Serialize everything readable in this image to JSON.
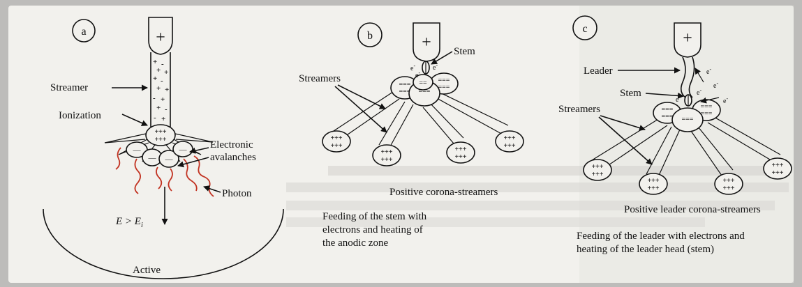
{
  "panels": {
    "a": {
      "label": "a",
      "electrode_symbol": "+",
      "streamer_label": "Streamer",
      "ionization_label": "Ionization",
      "avalanches_label_1": "Electronic",
      "avalanches_label_2": "avalanches",
      "photon_label": "Photon",
      "field_label": "E > E",
      "field_subscript": "i",
      "active_label": "Active"
    },
    "b": {
      "label": "b",
      "electrode_symbol": "+",
      "stem_label": "Stem",
      "streamers_label": "Streamers",
      "caption": "Positive corona-streamers",
      "description_1": "Feeding of the stem with",
      "description_2": "electrons and heating of",
      "description_3": "the anodic zone"
    },
    "c": {
      "label": "c",
      "electrode_symbol": "+",
      "leader_label": "Leader",
      "stem_label": "Stem",
      "streamers_label": "Streamers",
      "caption": "Positive leader corona-streamers",
      "description_1": "Feeding of the leader with electrons and",
      "description_2": "heating of the leader head (stem)"
    }
  },
  "electron_symbol": "e",
  "electron_superscript": "-",
  "colors": {
    "page": "#f2f1ed",
    "backdrop": "#bdbcba",
    "ink": "#111111",
    "photon": "#c23322"
  }
}
